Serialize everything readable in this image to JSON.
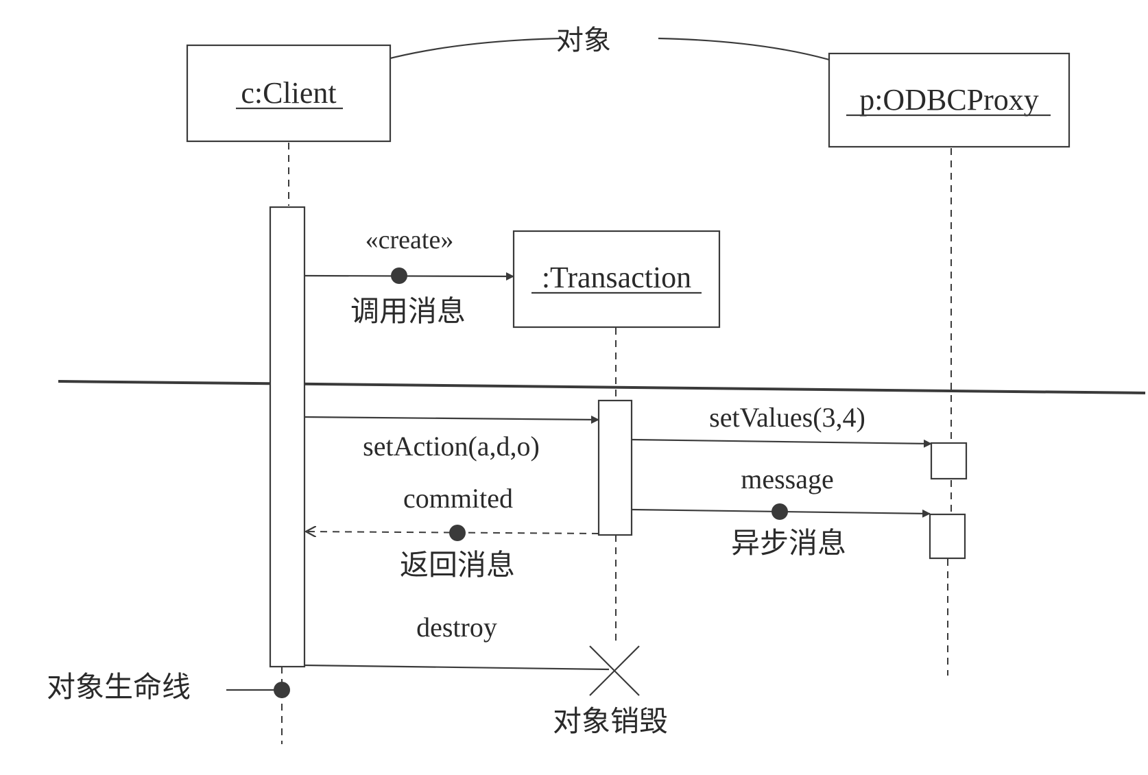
{
  "diagram": {
    "objects": {
      "client": ":Client",
      "client_prefix": "c",
      "proxy": ":ODBCProxy",
      "proxy_prefix": "p",
      "transaction": ":Transaction"
    },
    "messages": {
      "create": "«create»",
      "set_action": "setAction(a,d,o)",
      "committed": "commited",
      "set_values": "setValues(3,4)",
      "message": "message",
      "destroy": "destroy"
    },
    "annotations": {
      "object": "对象",
      "call_message": "调用消息",
      "return_message": "返回消息",
      "async_message": "异步消息",
      "lifeline": "对象生命线",
      "object_destroy": "对象销毁"
    },
    "colors": {
      "ink": "#3a3a3a",
      "background": "#ffffff"
    }
  }
}
